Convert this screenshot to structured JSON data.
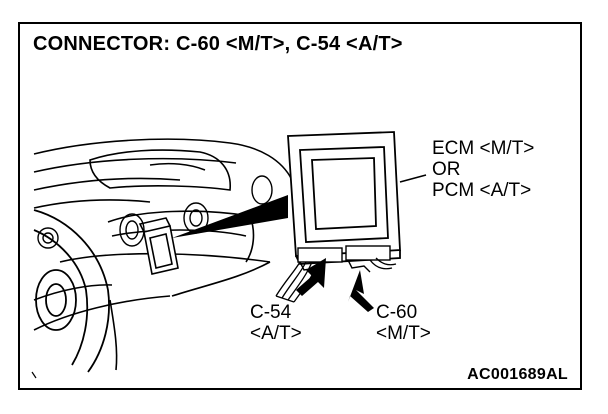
{
  "title": "CONNECTOR: C-60 <M/T>, C-54 <A/T>",
  "module_label": {
    "line1": "ECM <M/T>",
    "line2": "OR",
    "line3": "PCM <A/T>"
  },
  "connector_left": {
    "line1": "C-54",
    "line2": "<A/T>"
  },
  "connector_right": {
    "line1": "C-60",
    "line2": "<M/T>"
  },
  "figure_code": "AC001689AL"
}
